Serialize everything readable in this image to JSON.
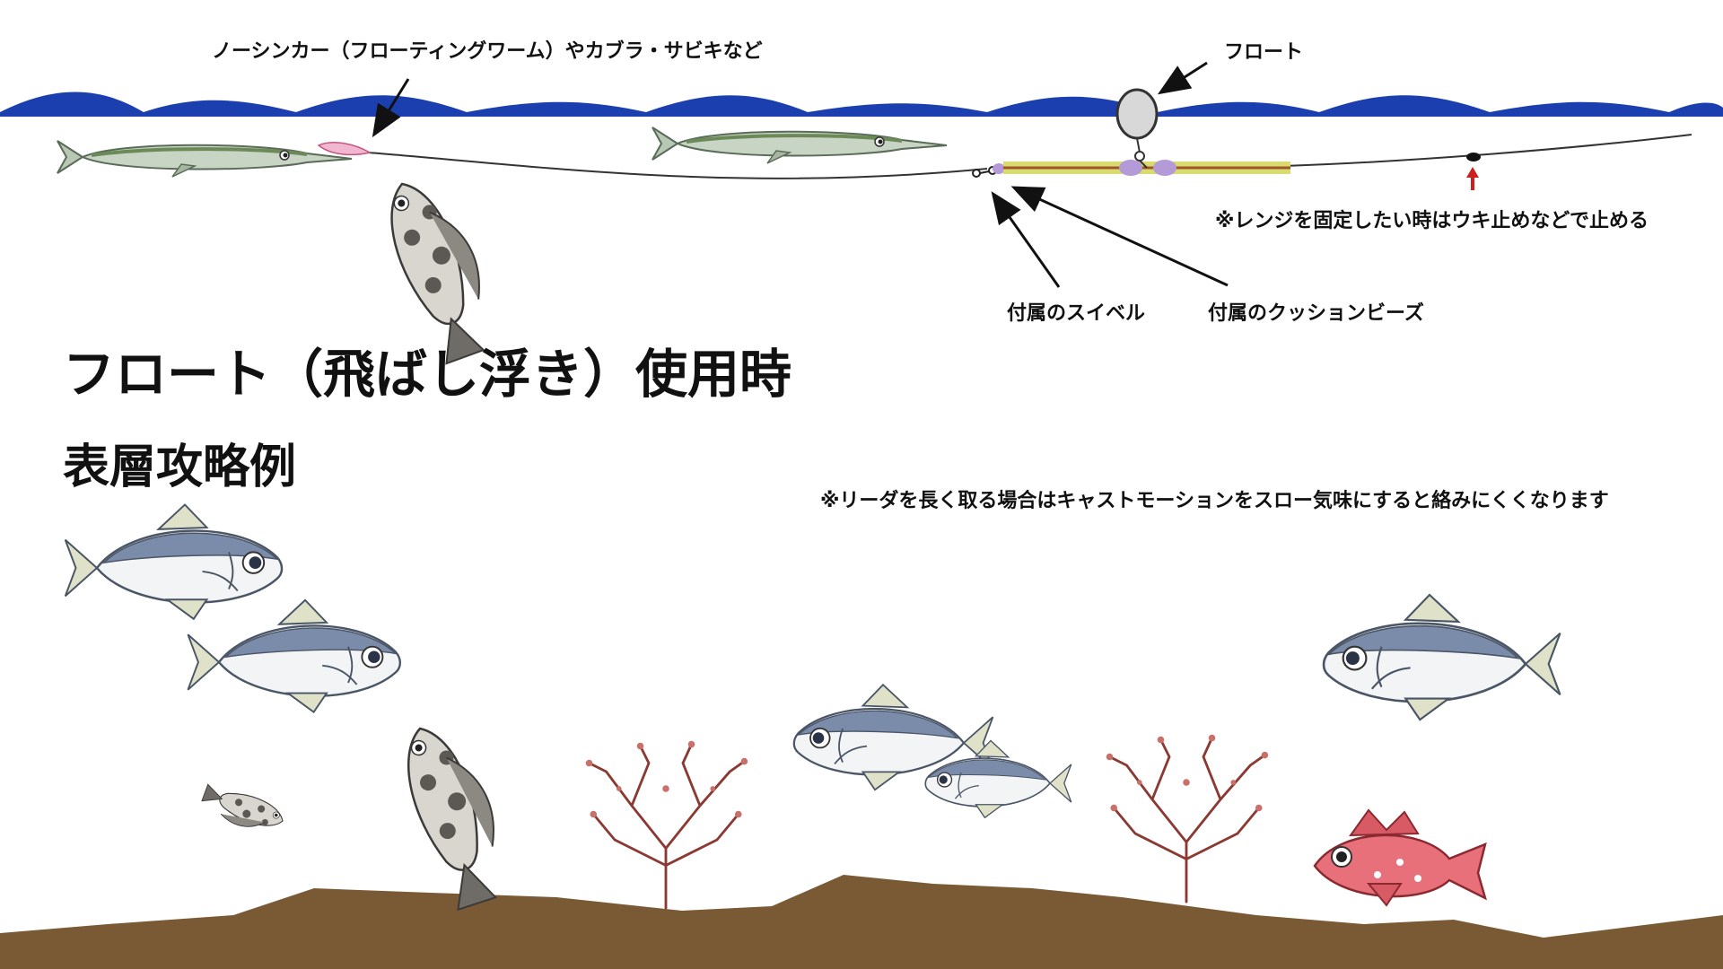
{
  "labels": {
    "lure": "ノーシンカー（フローティングワーム）やカブラ・サビキなど",
    "float": "フロート",
    "range_note": "※レンジを固定したい時はウキ止めなどで止める",
    "swivel": "付属のスイベル",
    "cushion_beads": "付属のクッションビーズ",
    "title": "フロート（飛ばし浮き）使用時",
    "subtitle": "表層攻略例",
    "leader_note": "※リーダを長く取る場合はキャストモーションをスロー気味にすると絡みにくくなります"
  },
  "colors": {
    "water": "#1c3fb0",
    "seabed": "#7a5a35",
    "pipe_yellow": "#d8dc6e",
    "pipe_stripe": "#a0542a",
    "bead": "#b49ad6",
    "stopper_arrow": "#cc1f1f",
    "coral": "#8a3a32",
    "line": "#333333"
  }
}
